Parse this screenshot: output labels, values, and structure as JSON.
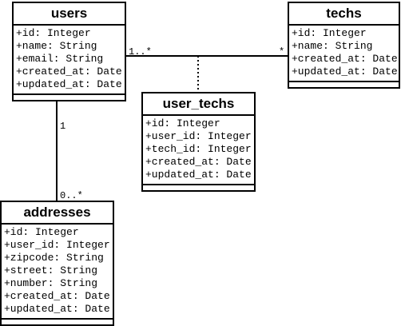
{
  "classes": {
    "users": {
      "name": "users",
      "attributes": [
        "+id: Integer",
        "+name: String",
        "+email: String",
        "+created_at: Date",
        "+updated_at: Date"
      ]
    },
    "techs": {
      "name": "techs",
      "attributes": [
        "+id: Integer",
        "+name: String",
        "+created_at: Date",
        "+updated_at: Date"
      ]
    },
    "user_techs": {
      "name": "user_techs",
      "attributes": [
        "+id: Integer",
        "+user_id: Integer",
        "+tech_id: Integer",
        "+created_at: Date",
        "+updated_at: Date"
      ]
    },
    "addresses": {
      "name": "addresses",
      "attributes": [
        "+id: Integer",
        "+user_id: Integer",
        "+zipcode: String",
        "+street: String",
        "+number: String",
        "+created_at: Date",
        "+updated_at: Date"
      ]
    }
  },
  "associations": {
    "users_techs": {
      "source_multiplicity": "1..*",
      "target_multiplicity": "*"
    },
    "users_addresses": {
      "source_multiplicity": "1",
      "target_multiplicity": "0..*"
    }
  }
}
